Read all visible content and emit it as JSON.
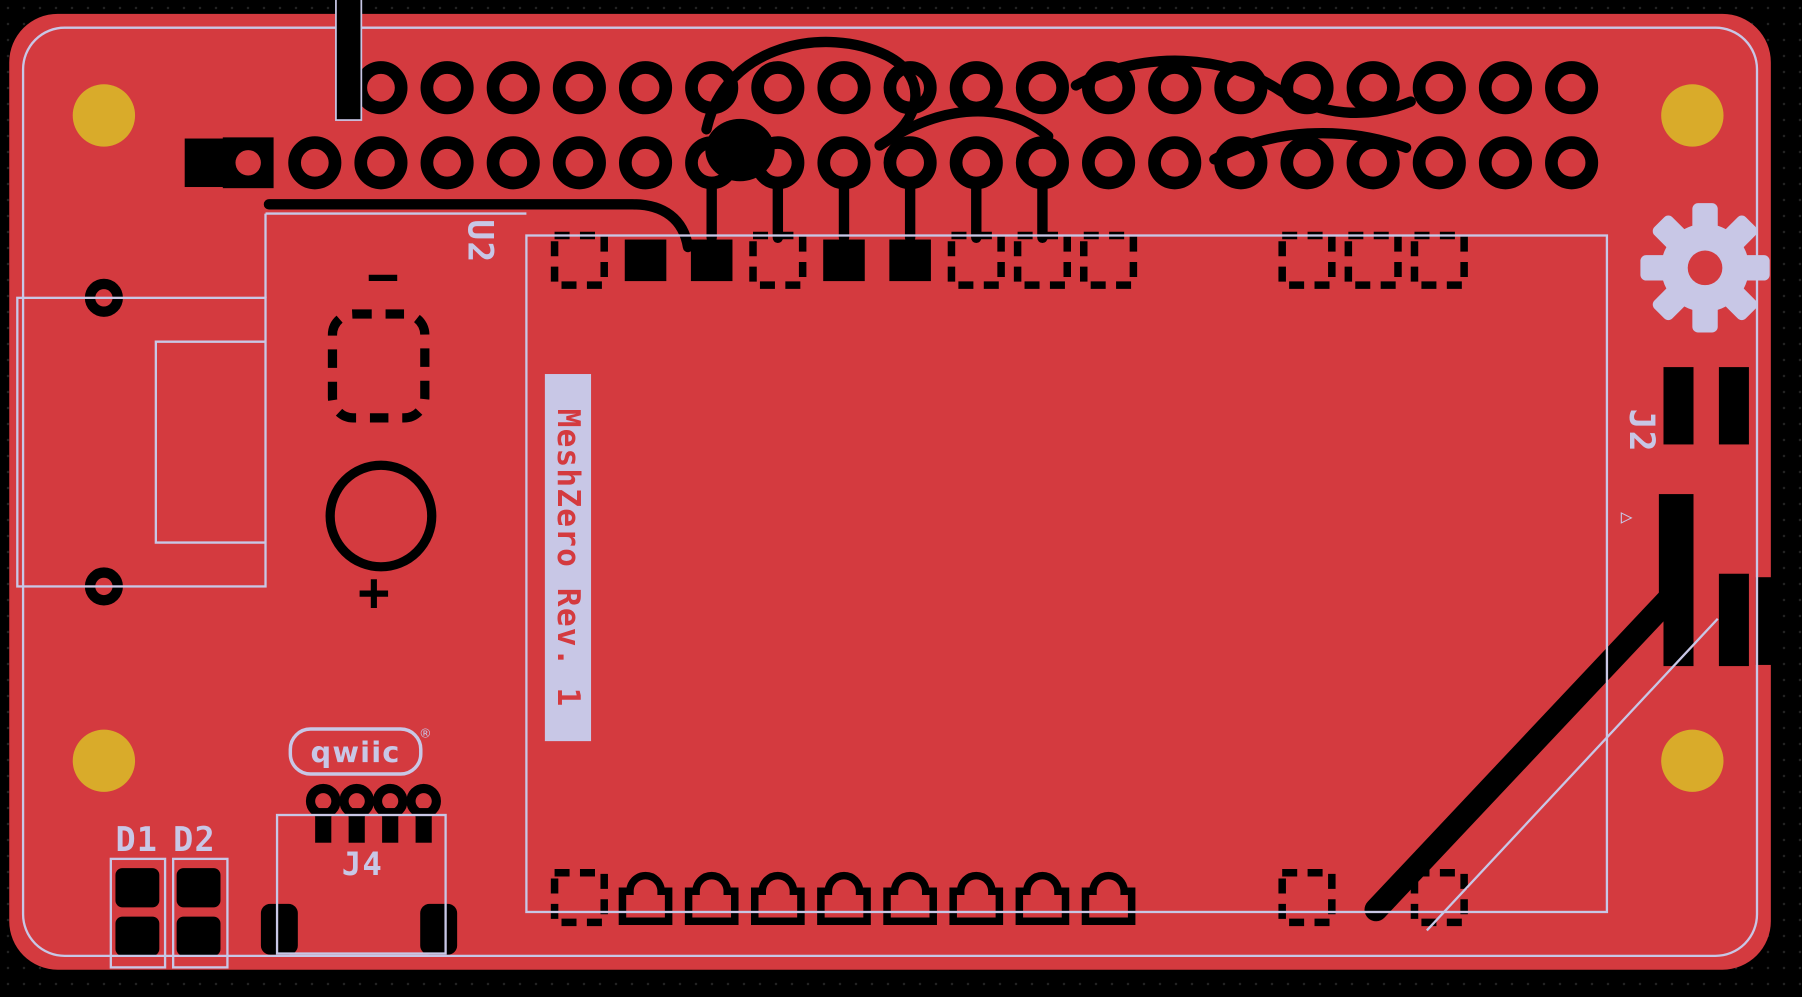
{
  "board": {
    "title": "MeshZero Rev. 1",
    "refs": {
      "u2": "U2",
      "j2": "J2",
      "j4": "J4",
      "d1": "D1",
      "d2": "D2"
    },
    "logo": {
      "text": "qwiic",
      "registered": "®"
    },
    "battery": {
      "plus": "+",
      "minus": "−"
    },
    "pin1_marker": "▷",
    "colors": {
      "board_red": "#d43a3f",
      "copper_black": "#000000",
      "silkscreen_lavender": "#c8c7e6",
      "drill_gold": "#d9ab2a",
      "background": "#000000"
    }
  }
}
